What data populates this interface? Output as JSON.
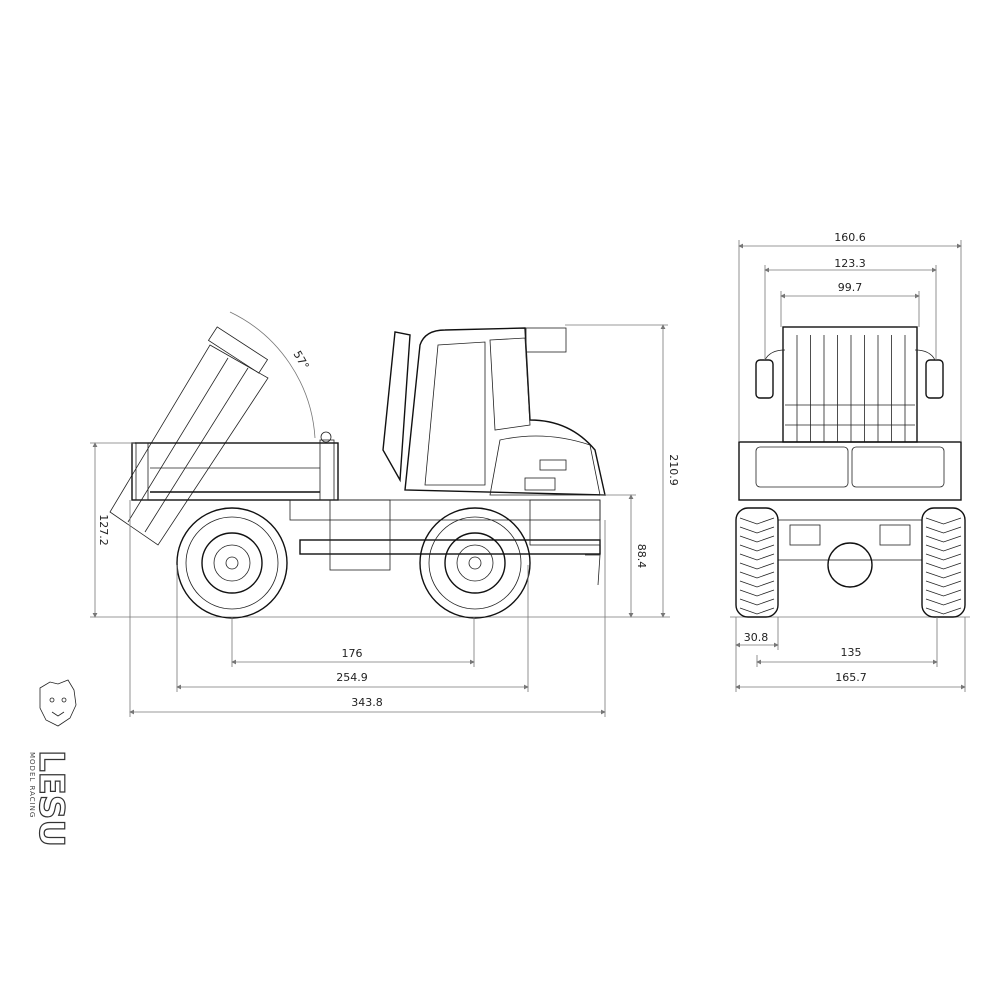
{
  "side_view": {
    "dimensions": {
      "bed_height": "127.2",
      "overall_height": "210.9",
      "frame_height": "88.4",
      "wheelbase": "176",
      "wheel_span": "254.9",
      "overall_length": "343.8",
      "tipping_angle": "57°"
    }
  },
  "front_view": {
    "dimensions": {
      "bed_width": "160.6",
      "mirror_width": "123.3",
      "cab_width": "99.7",
      "tire_width": "30.8",
      "track": "135",
      "overall_width": "165.7"
    }
  },
  "logo": {
    "brand": "LESU",
    "tagline": "MODEL RACING"
  },
  "colors": {
    "line": "#111111",
    "dimension": "#777777",
    "background": "#ffffff"
  }
}
